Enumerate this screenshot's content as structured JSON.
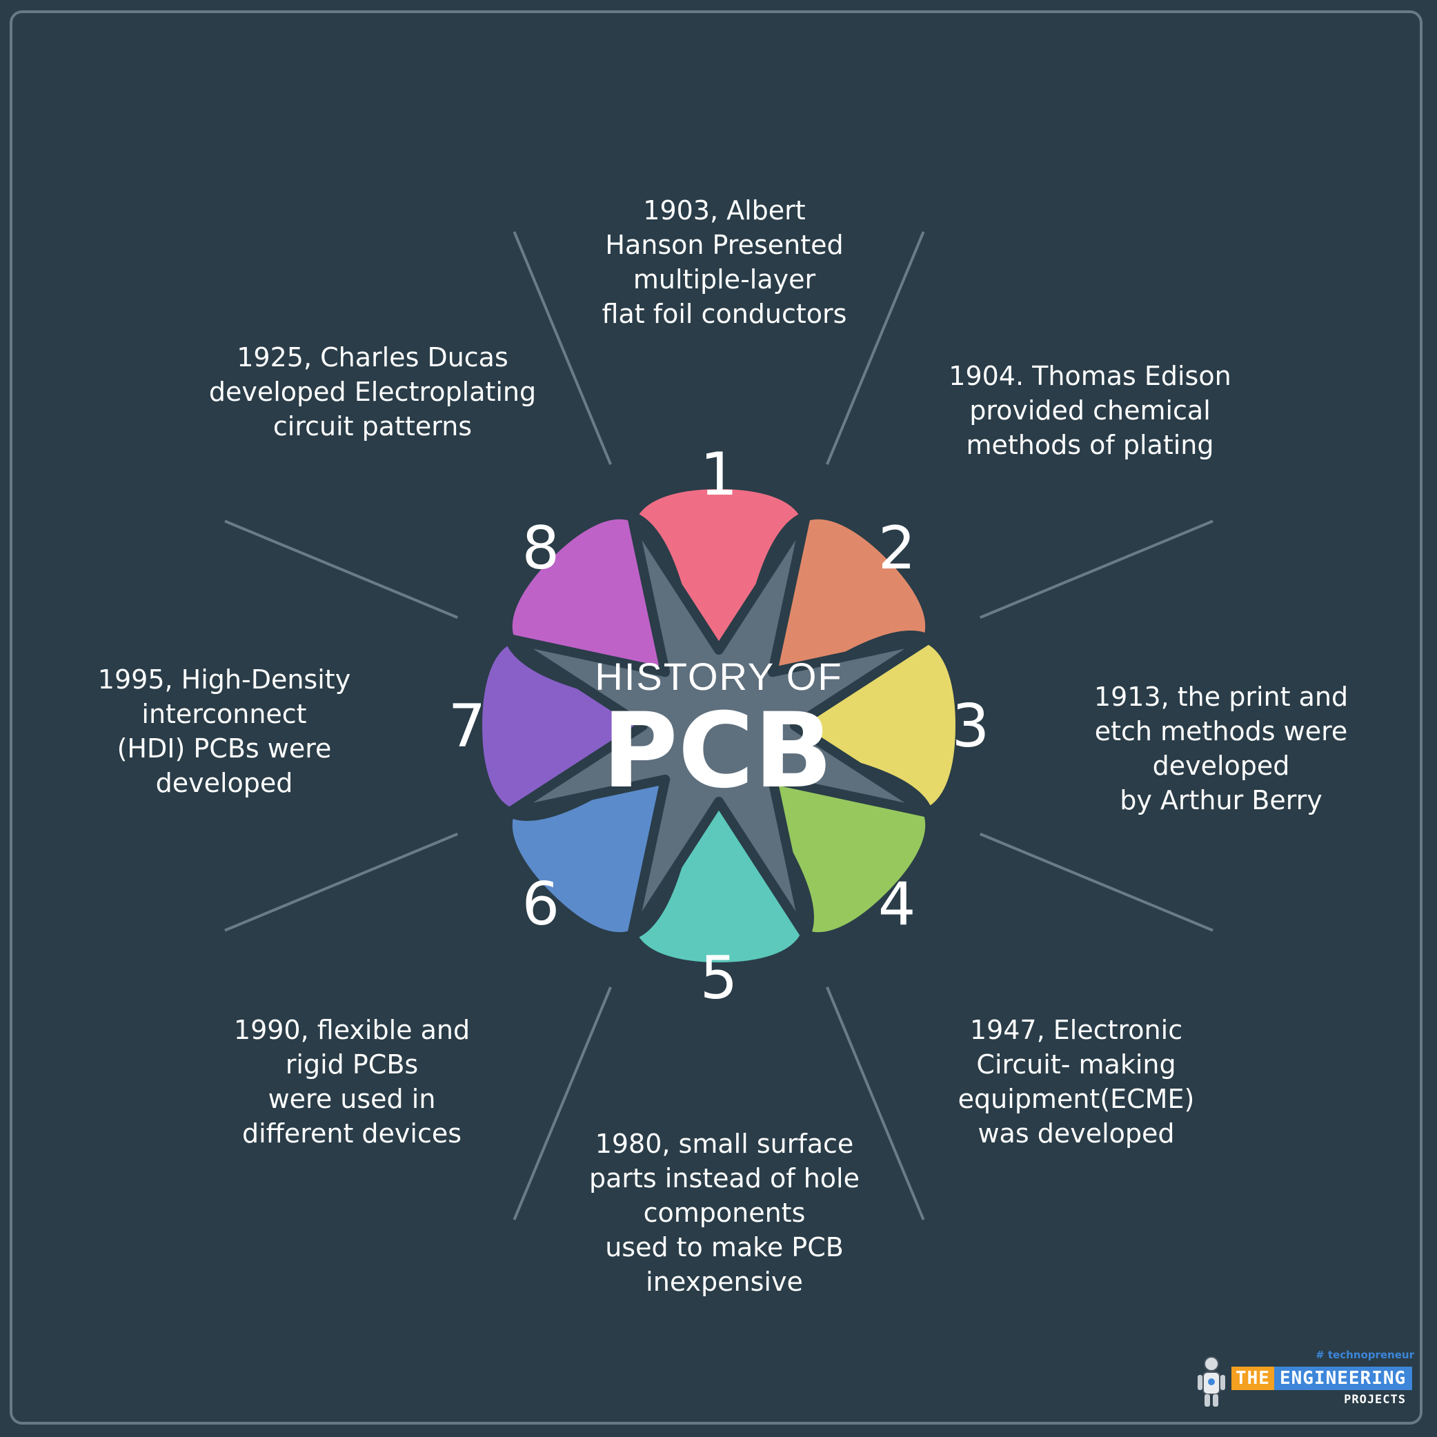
{
  "title": {
    "line1": "HISTORY OF",
    "line2": "PCB"
  },
  "colors": {
    "background": "#2a3d48",
    "center": "#5e6f7d",
    "connector": "#6b7c88",
    "frame": "#6a7a85"
  },
  "petals": [
    {
      "number": "1",
      "color": "#ef6e85",
      "text": "1903, Albert\nHanson Presented\nmultiple-layer\nflat foil conductors"
    },
    {
      "number": "2",
      "color": "#e0896a",
      "text": "1904. Thomas Edison\nprovided chemical\nmethods of plating"
    },
    {
      "number": "3",
      "color": "#e6d96a",
      "text": "1913, the print and\netch methods were\ndeveloped\nby Arthur Berry"
    },
    {
      "number": "4",
      "color": "#96c85e",
      "text": "1947, Electronic\nCircuit- making\nequipment(ECME)\nwas developed"
    },
    {
      "number": "5",
      "color": "#5cc9bc",
      "text": "1980, small surface\nparts instead of hole\ncomponents\nused to make PCB\ninexpensive"
    },
    {
      "number": "6",
      "color": "#5b8bcb",
      "text": "1990, flexible and\nrigid PCBs\nwere used in\ndifferent devices"
    },
    {
      "number": "7",
      "color": "#8860c8",
      "text": "1995, High-Density\ninterconnect\n(HDI) PCBs were\ndeveloped"
    },
    {
      "number": "8",
      "color": "#be62c8",
      "text": "1925, Charles Ducas\ndeveloped Electroplating\ncircuit patterns"
    }
  ],
  "logo": {
    "tag": "# technopreneur",
    "the": "THE",
    "engineering": "ENGINEERING",
    "projects": "PROJECTS",
    "icon": "robot-icon"
  }
}
